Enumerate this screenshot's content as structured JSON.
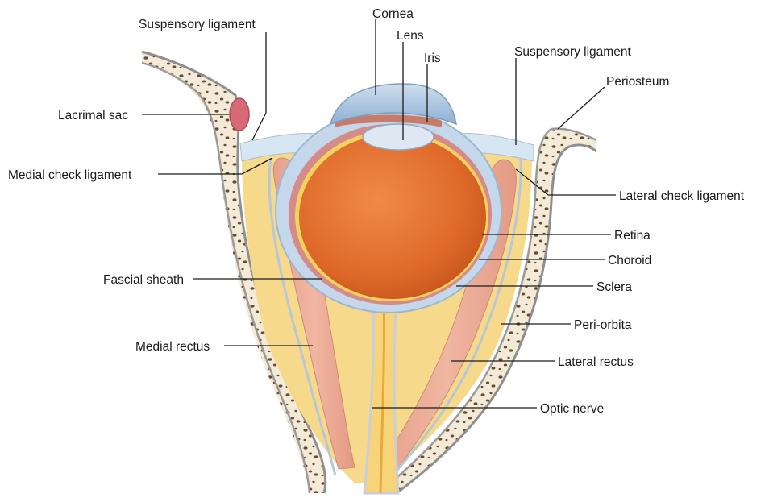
{
  "labels": {
    "suspensory_left": "Suspensory ligament",
    "cornea": "Cornea",
    "lens": "Lens",
    "iris": "Iris",
    "suspensory_right": "Suspensory ligament",
    "periosteum": "Periosteum",
    "lacrimal_sac": "Lacrimal sac",
    "medial_check": "Medial check ligament",
    "lateral_check": "Lateral check ligament",
    "retina": "Retina",
    "choroid": "Choroid",
    "fascial_sheath": "Fascial sheath",
    "sclera": "Sclera",
    "peri_orbita": "Peri-orbita",
    "medial_rectus": "Medial rectus",
    "lateral_rectus": "Lateral rectus",
    "optic_nerve": "Optic nerve"
  },
  "colors": {
    "eyeball_interior": "#e06a2a",
    "fat": "#f6d98a",
    "muscle": "#e9a58f",
    "bone": "#f3ead8",
    "bone_spots": "#6b4a2e",
    "sclera": "#b9cfe6",
    "lacrimal_sac": "#d86a78",
    "optic_nerve": "#f3c244"
  }
}
